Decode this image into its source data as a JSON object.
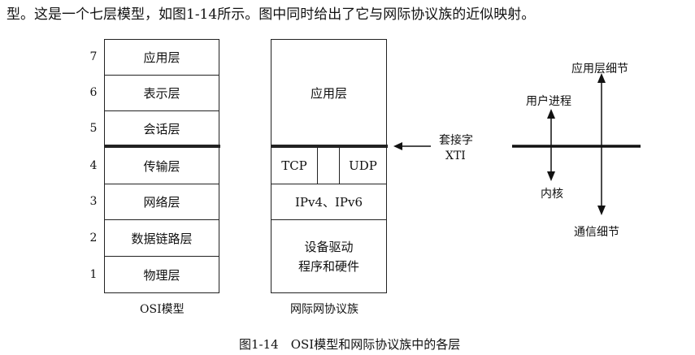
{
  "intro_text": "型。这是一个七层模型，如图1-14所示。图中同时给出了它与网际协议族的近似映射。",
  "osi": {
    "layers": [
      {
        "num": "7",
        "name": "应用层"
      },
      {
        "num": "6",
        "name": "表示层"
      },
      {
        "num": "5",
        "name": "会话层"
      },
      {
        "num": "4",
        "name": "传输层"
      },
      {
        "num": "3",
        "name": "网络层"
      },
      {
        "num": "2",
        "name": "数据链路层"
      },
      {
        "num": "1",
        "name": "物理层"
      }
    ],
    "label": "OSI模型"
  },
  "internet": {
    "app": "应用层",
    "tcp": "TCP",
    "udp": "UDP",
    "ip": "IPv4、IPv6",
    "driver_line1": "设备驱动",
    "driver_line2": "程序和硬件",
    "label": "网际网协议族"
  },
  "socket_label_1": "套接字",
  "socket_label_2": "XTI",
  "right": {
    "app_detail": "应用层细节",
    "user_process": "用户进程",
    "kernel": "内核",
    "comm_detail": "通信细节"
  },
  "caption": "图1-14　OSI模型和网际协议族中的各层"
}
